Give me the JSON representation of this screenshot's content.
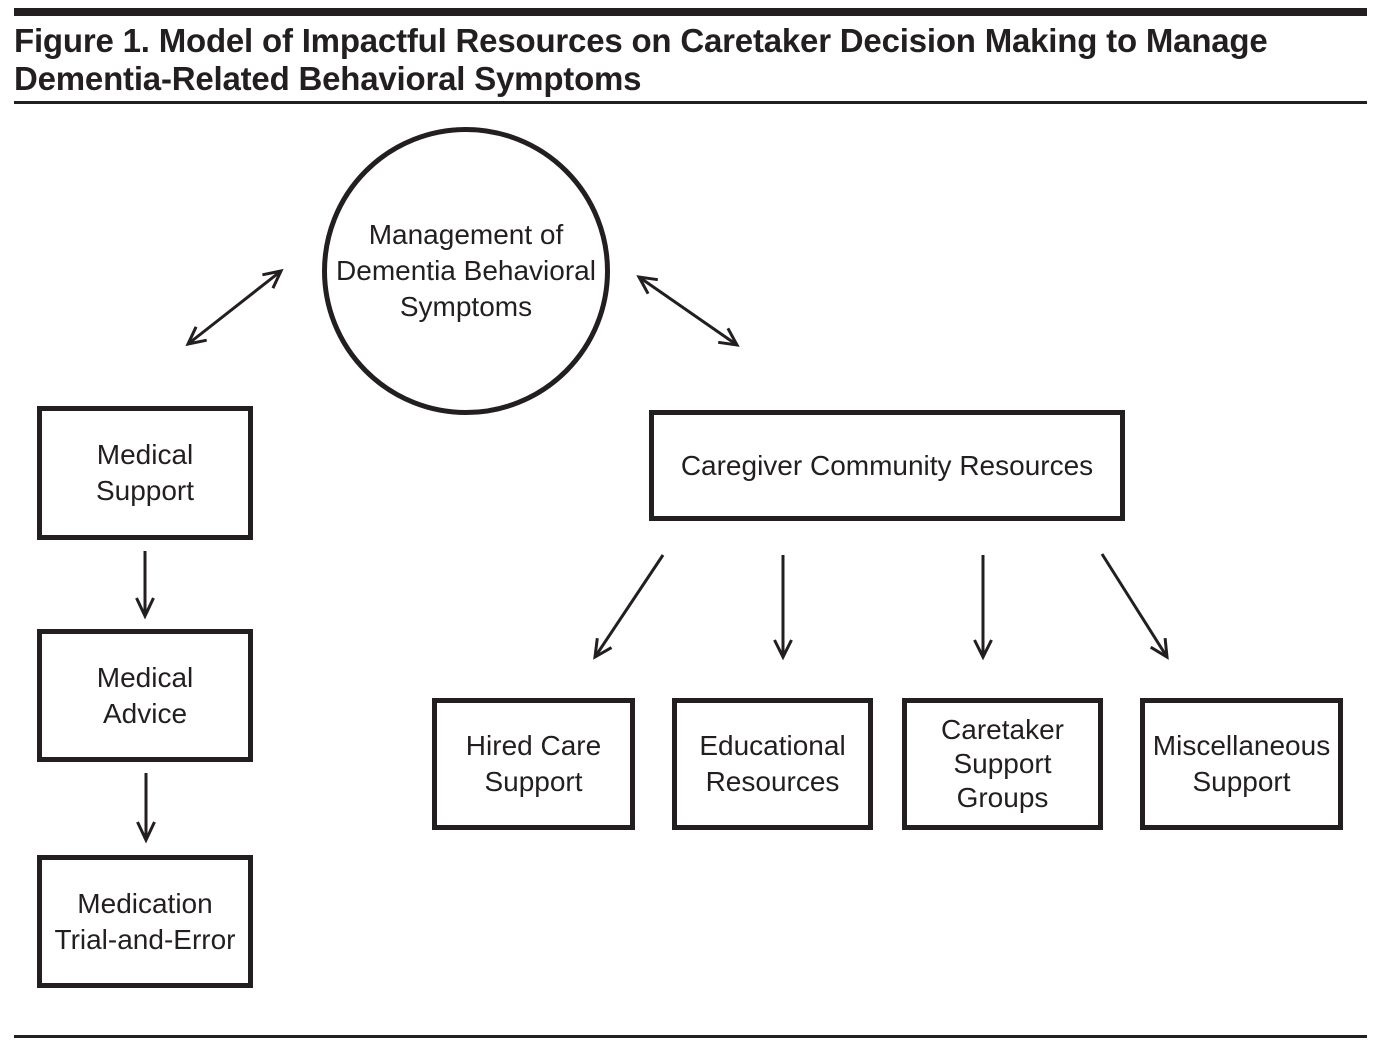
{
  "figure": {
    "title_lines": [
      "Figure 1. Model of Impactful Resources on Caretaker Decision Making to Manage",
      "Dementia-Related Behavioral Symptoms"
    ]
  },
  "diagram": {
    "colors": {
      "ink": "#231f20",
      "background": "#ffffff"
    },
    "nodes": {
      "management": {
        "shape": "circle",
        "lines": [
          "Management of",
          "Dementia Behavioral",
          "Symptoms"
        ]
      },
      "medical_support": {
        "shape": "rect",
        "lines": [
          "Medical",
          "Support"
        ]
      },
      "medical_advice": {
        "shape": "rect",
        "lines": [
          "Medical",
          "Advice"
        ]
      },
      "medication_trial": {
        "shape": "rect",
        "lines": [
          "Medication",
          "Trial-and-Error"
        ]
      },
      "caregiver_resources": {
        "shape": "rect",
        "lines": [
          "Caregiver Community Resources"
        ]
      },
      "hired_care": {
        "shape": "rect",
        "lines": [
          "Hired Care",
          "Support"
        ]
      },
      "educational": {
        "shape": "rect",
        "lines": [
          "Educational",
          "Resources"
        ]
      },
      "caretaker_groups": {
        "shape": "rect",
        "lines": [
          "Caretaker",
          "Support",
          "Groups"
        ]
      },
      "misc_support": {
        "shape": "rect",
        "lines": [
          "Miscellaneous",
          "Support"
        ]
      }
    },
    "edges": [
      {
        "from": "management",
        "to": "medical_support",
        "style": "double-arrow"
      },
      {
        "from": "management",
        "to": "caregiver_resources",
        "style": "double-arrow"
      },
      {
        "from": "medical_support",
        "to": "medical_advice",
        "style": "arrow"
      },
      {
        "from": "medical_advice",
        "to": "medication_trial",
        "style": "arrow"
      },
      {
        "from": "caregiver_resources",
        "to": "hired_care",
        "style": "arrow"
      },
      {
        "from": "caregiver_resources",
        "to": "educational",
        "style": "arrow"
      },
      {
        "from": "caregiver_resources",
        "to": "caretaker_groups",
        "style": "arrow"
      },
      {
        "from": "caregiver_resources",
        "to": "misc_support",
        "style": "arrow"
      }
    ]
  }
}
